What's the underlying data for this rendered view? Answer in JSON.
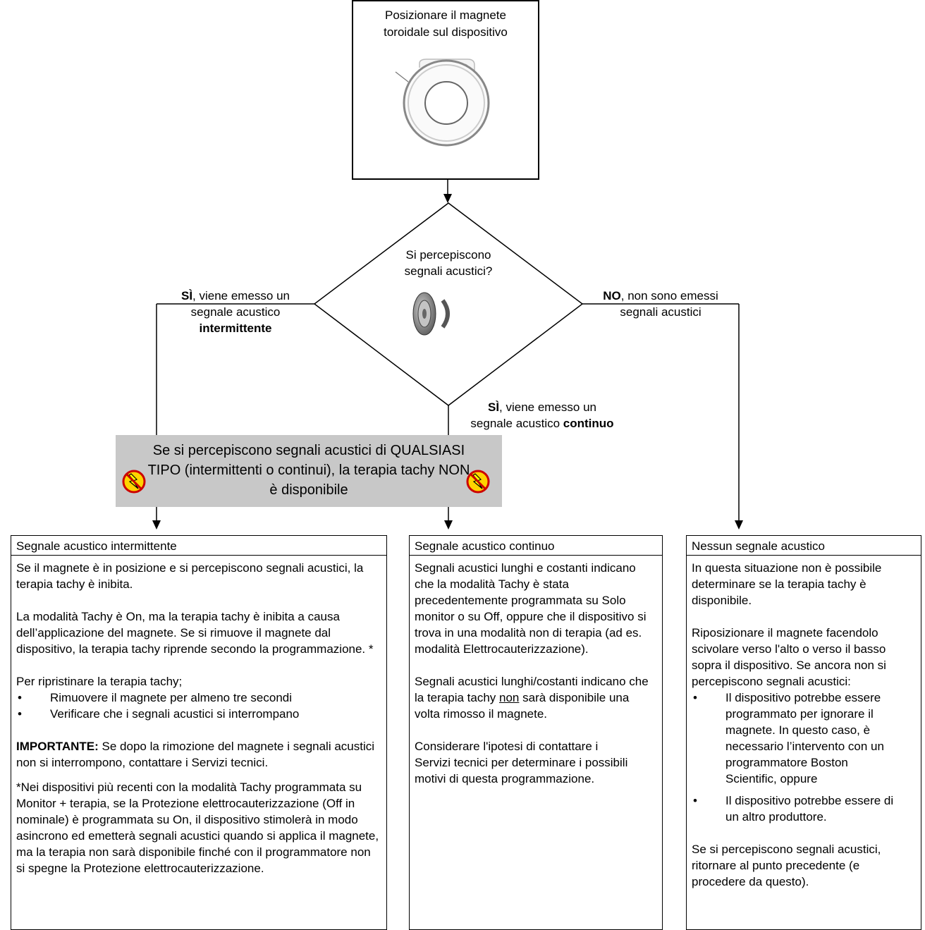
{
  "top_box": {
    "lines": [
      "Posizionare il magnete",
      "toroidale sul dispositivo"
    ]
  },
  "decision": {
    "lines": [
      "Si percepiscono",
      "segnali acustici?"
    ]
  },
  "branch_left": {
    "bold_word": "SÌ",
    "rest1": ", viene emesso un",
    "line2": "segnale acustico",
    "line3_bold": "intermittente"
  },
  "branch_right": {
    "bold_word": "NO",
    "rest1": ", non sono emessi",
    "line2": "segnali acustici"
  },
  "branch_middle": {
    "bold_word": "SÌ",
    "rest1": ", viene emesso un",
    "line2_pre": "segnale acustico ",
    "line2_bold": "continuo"
  },
  "warning": {
    "text": "Se si percepiscono segnali acustici di QUALSIASI TIPO (intermittenti o continui), la terapia tachy NON è disponibile"
  },
  "cards": {
    "intermittent": {
      "title": "Segnale acustico intermittente",
      "p1": "Se il magnete è in posizione e si percepiscono segnali acustici, la terapia tachy è inibita.",
      "p2": "La modalità Tachy è On, ma la terapia tachy è inibita a causa dell’applicazione del magnete. Se si rimuove il magnete dal dispositivo, la terapia tachy riprende secondo la programmazione. *",
      "p3": "Per ripristinare la terapia tachy;",
      "b1": "Rimuovere il magnete per almeno tre secondi",
      "b2": "Verificare che i segnali acustici si interrompano",
      "imp_label": "IMPORTANTE:",
      "imp_text": " Se dopo la rimozione del magnete i segnali acustici non si interrompono, contattare i Servizi tecnici.",
      "note": "*Nei dispositivi più recenti con la modalità Tachy programmata su Monitor + terapia, se la Protezione elettrocauterizzazione (Off in nominale) è programmata su On, il dispositivo stimolerà in modo asincrono ed emetterà segnali acustici quando si applica il magnete, ma la terapia non sarà disponibile finché con il programmatore non si spegne la Protezione elettrocauterizzazione."
    },
    "continuous": {
      "title": "Segnale acustico continuo",
      "p1": "Segnali acustici lunghi e costanti indicano che la modalità Tachy è stata precedentemente programmata su Solo monitor o su Off, oppure che il dispositivo si trova in una modalità non di terapia (ad es. modalità Elettrocauterizzazione).",
      "p2_pre": "Segnali acustici lunghi/costanti indicano che la terapia tachy ",
      "p2_u": "non",
      "p2_post": " sarà disponibile una volta rimosso il magnete.",
      "p3": "Considerare l'ipotesi di contattare i Servizi tecnici per determinare i possibili motivi di questa programmazione."
    },
    "none": {
      "title": "Nessun segnale acustico",
      "p1": "In questa situazione non è possibile determinare se la terapia tachy è disponibile.",
      "p2": "Riposizionare il magnete facendolo scivolare verso l'alto o verso il basso sopra il dispositivo. Se ancora non si percepiscono segnali acustici:",
      "b1": "Il dispositivo potrebbe essere programmato per ignorare il magnete. In questo caso, è necessario l’intervento con un programmatore Boston Scientific, oppure",
      "b2": "Il dispositivo potrebbe essere di un altro produttore.",
      "p3": "Se si percepiscono segnali acustici, ritornare al punto precedente (e procedere da questo)."
    }
  }
}
